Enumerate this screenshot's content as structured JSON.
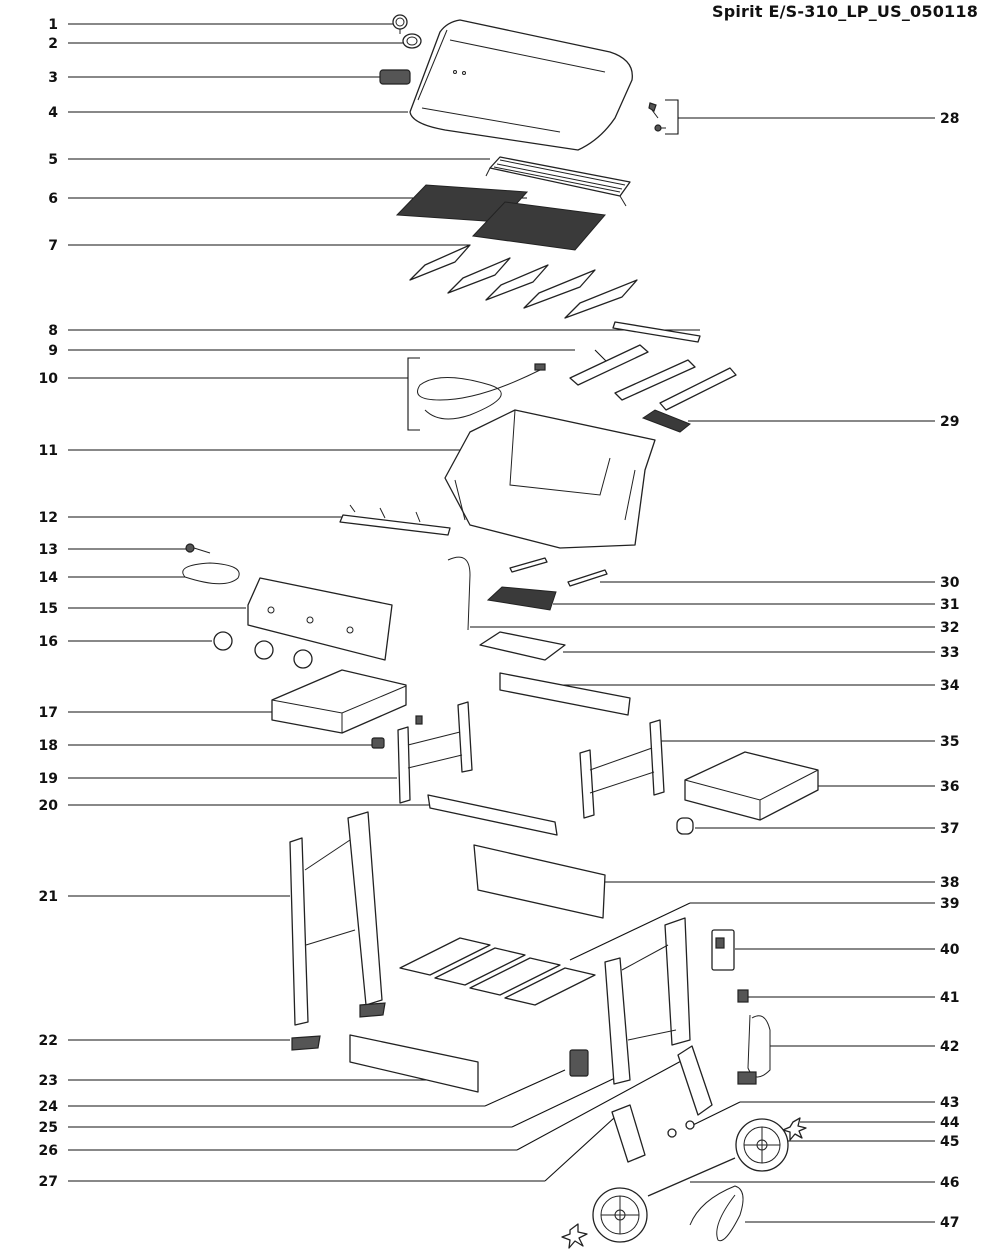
{
  "title": "Spirit E/S-310_LP_US_050118",
  "callouts_left": [
    {
      "n": "1"
    },
    {
      "n": "2"
    },
    {
      "n": "3"
    },
    {
      "n": "4"
    },
    {
      "n": "5"
    },
    {
      "n": "6"
    },
    {
      "n": "7"
    },
    {
      "n": "8"
    },
    {
      "n": "9"
    },
    {
      "n": "10"
    },
    {
      "n": "11"
    },
    {
      "n": "12"
    },
    {
      "n": "13"
    },
    {
      "n": "14"
    },
    {
      "n": "15"
    },
    {
      "n": "16"
    },
    {
      "n": "17"
    },
    {
      "n": "18"
    },
    {
      "n": "19"
    },
    {
      "n": "20"
    },
    {
      "n": "21"
    },
    {
      "n": "22"
    },
    {
      "n": "23"
    },
    {
      "n": "24"
    },
    {
      "n": "25"
    },
    {
      "n": "26"
    },
    {
      "n": "27"
    }
  ],
  "callouts_right": [
    {
      "n": "28"
    },
    {
      "n": "29"
    },
    {
      "n": "30"
    },
    {
      "n": "31"
    },
    {
      "n": "32"
    },
    {
      "n": "33"
    },
    {
      "n": "34"
    },
    {
      "n": "35"
    },
    {
      "n": "36"
    },
    {
      "n": "37"
    },
    {
      "n": "38"
    },
    {
      "n": "39"
    },
    {
      "n": "40"
    },
    {
      "n": "41"
    },
    {
      "n": "42"
    },
    {
      "n": "43"
    },
    {
      "n": "44"
    },
    {
      "n": "45"
    },
    {
      "n": "46"
    },
    {
      "n": "47"
    }
  ]
}
